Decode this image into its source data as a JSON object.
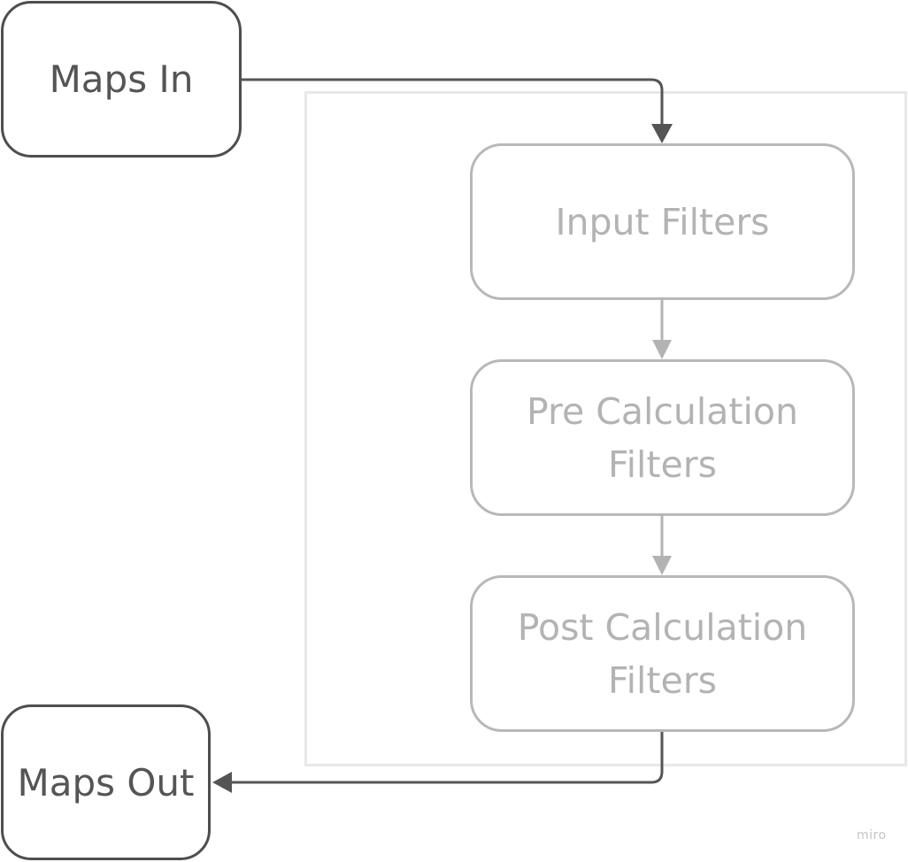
{
  "diagram": {
    "container": {
      "name": "filter-pipeline-group"
    },
    "nodes": {
      "maps_in": {
        "label": "Maps In"
      },
      "input_filters": {
        "label": "Input Filters"
      },
      "pre_calculation_filters": {
        "lines": [
          "Pre Calculation",
          "Filters"
        ]
      },
      "post_calculation_filters": {
        "lines": [
          "Post Calculation",
          "Filters"
        ]
      },
      "maps_out": {
        "label": "Maps Out"
      }
    },
    "edges": [
      {
        "from": "maps_in",
        "to": "input_filters",
        "style": "dark"
      },
      {
        "from": "input_filters",
        "to": "pre_calculation_filters",
        "style": "light"
      },
      {
        "from": "pre_calculation_filters",
        "to": "post_calculation_filters",
        "style": "light"
      },
      {
        "from": "post_calculation_filters",
        "to": "maps_out",
        "style": "dark"
      }
    ],
    "colors": {
      "outer_border": "#4e4e4e",
      "outer_text": "#555555",
      "inner_border": "#b8b8b8",
      "inner_text": "#b3b3b3",
      "container_border": "#e8e8e8",
      "dark_connector": "#555555",
      "light_connector": "#b3b3b3"
    }
  },
  "watermark": "miro"
}
